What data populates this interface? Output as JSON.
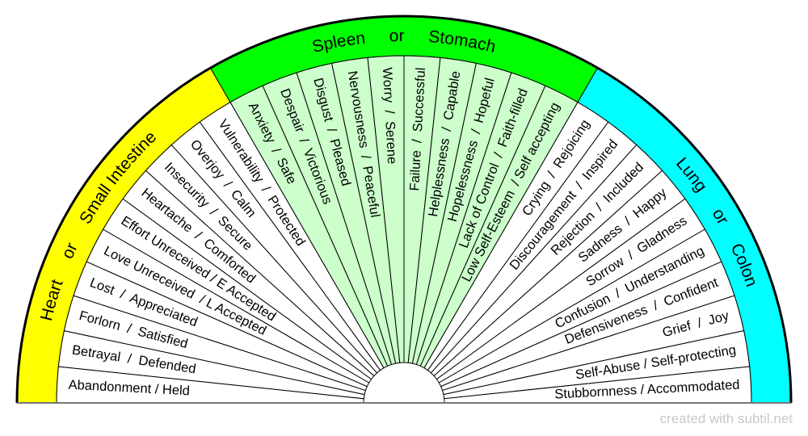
{
  "diagram": {
    "organs": [
      {
        "label_parts": [
          "Heart",
          "or",
          "Small Intestine"
        ],
        "color": "#ffff00",
        "segment_fill": "#ffffff"
      },
      {
        "label_parts": [
          "Spleen",
          "or",
          "Stomach"
        ],
        "color": "#00ff00",
        "segment_fill": "#ccffcc"
      },
      {
        "label_parts": [
          "Lung",
          "or",
          "Colon"
        ],
        "color": "#00ffff",
        "segment_fill": "#ffffff"
      }
    ],
    "segments": [
      "Abandonment / Held",
      "Betrayal  /  Defended",
      "Forlorn  /  Satisfied",
      "Lost  /  Appreciated",
      "Love Unreceived  / L Accepted",
      "Effort Unreceived / E Accepted",
      "Heartache  /  Comforted",
      "Insecurity  /  Secure",
      "Overjoy  /  Calm",
      "Vulnerability  /  Protected",
      "Anxiety  /  Safe",
      "Despair  /  Victorious",
      "Disgust  /  Pleased",
      "Nervousness  /  Peaceful",
      "Worry  /  Serene",
      "Failure  /  Successful",
      "Helplessness  /  Capable",
      "Hopelessness  /  Hopeful",
      "Lack of Control  /  Faith-filled",
      "Low Self-Esteem  / Self accepting",
      "Crying  /  Rejoicing",
      "Discouragement  /  Inspired",
      "Rejection  /  Included",
      "Sadness  /  Happy",
      "Sorrow  /  Gladness",
      "Confusion  /  Understanding",
      "Defensiveness  /  Confident",
      "Grief  /  Joy",
      "Self-Abuse / Self-protecting",
      "Stubbornness / Accommodated"
    ]
  },
  "footer": {
    "credit": "created with subtil.net"
  }
}
